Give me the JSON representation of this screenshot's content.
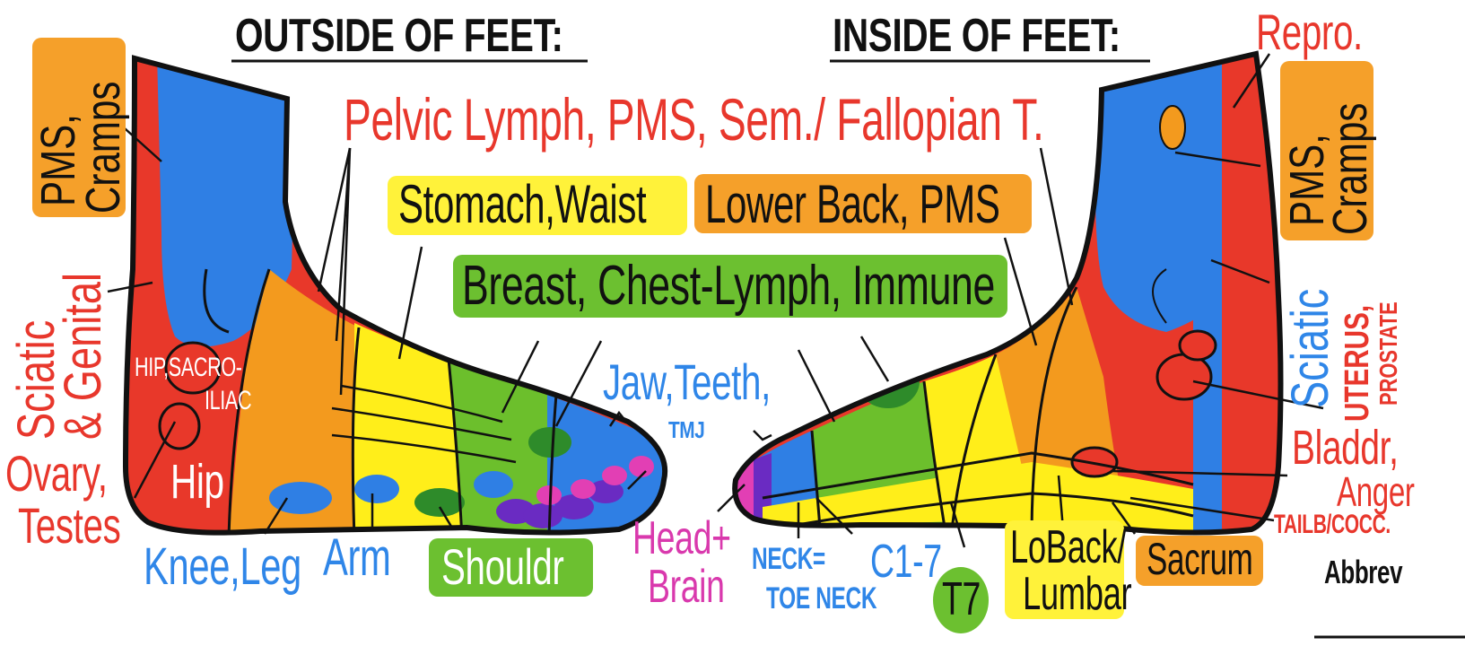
{
  "titles": {
    "outside": "OUTSIDE OF FEET:",
    "inside": "INSIDE OF FEET:"
  },
  "labels": {
    "pelvic": "Pelvic Lymph, PMS, Sem./ Fallopian T.",
    "stomach": "Stomach,Waist",
    "lower_back": "Lower Back, PMS",
    "breast": "Breast, Chest-Lymph, Immune",
    "jaw": "Jaw,Teeth,",
    "tmj": "TMJ",
    "hip_sacro_1": "HIP,SACRO-",
    "hip_sacro_2": "ILIAC",
    "hip": "Hip",
    "ovary": "Ovary,",
    "testes": "Testes",
    "knee": "Knee,Leg",
    "arm": "Arm",
    "shoulder": "Shouldr",
    "head": "Head+",
    "brain": "Brain",
    "neck": "NECK=",
    "toe_neck": "TOE NECK",
    "c17": "C1-7",
    "t7": "T7",
    "loback_1": "LoBack/",
    "loback_2": "Lumbar",
    "sacrum": "Sacrum",
    "tailb": "TAILB/COCC.",
    "abbrev": "Abbrev",
    "bladdr": "Bladdr,",
    "anger": "Anger",
    "repro": "Repro.",
    "pms_left_1": "PMS,",
    "pms_left_2": "Cramps",
    "pms_right_1": "PMS,",
    "pms_right_2": "Cramps",
    "sciatic_genital_1": "Sciatic",
    "sciatic_genital_2": "& Genital",
    "sciatic_right": "Sciatic",
    "uterus_1": "UTERUS,",
    "uterus_2": "PROSTATE"
  },
  "colors": {
    "red": "#e8382a",
    "blue": "#2f7fe4",
    "orange": "#f39a1e",
    "yellow": "#ffee1a",
    "green": "#6cbf2c",
    "dark_green": "#2e8b2a",
    "magenta": "#e23fb4",
    "purple": "#6a2bc2",
    "text_red": "#e8372c",
    "text_blue": "#2f86e8",
    "text_magenta": "#d939ad",
    "pill_orange": "#f5a02a",
    "pill_yellow": "#fff23a",
    "pill_green": "#6cc030"
  }
}
